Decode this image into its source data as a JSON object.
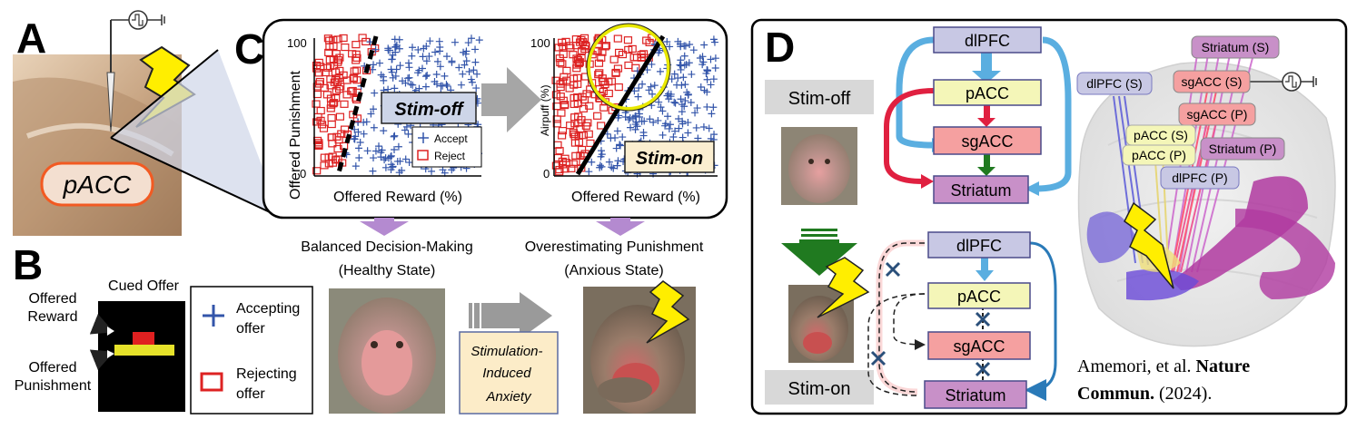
{
  "panels": {
    "a": "A",
    "b": "B",
    "c": "C",
    "d": "D"
  },
  "panel_a": {
    "region_label": "pACC"
  },
  "panel_b": {
    "cue_title": "Cued Offer",
    "offered_reward": [
      "Offered",
      "Reward"
    ],
    "offered_punishment": [
      "Offered",
      "Punishment"
    ],
    "legend_accept": [
      "Accepting",
      "offer"
    ],
    "legend_reject": [
      "Rejecting",
      "offer"
    ]
  },
  "panel_c": {
    "ylabel_left": "Offered Punishment",
    "ylabel_right": "Airpuff (%)",
    "xlabel_left": "Offered Reward (%)",
    "xlabel_right": "Offered Reward (%)",
    "tick_100_left": "100",
    "tick_0_left": "0",
    "tick_100_right": "100",
    "tick_0_right": "0",
    "stim_off": "Stim-off",
    "stim_on": "Stim-on",
    "legend_accept": "Accept",
    "legend_reject": "Reject",
    "balanced": [
      "Balanced Decision-Making",
      "(Healthy State)"
    ],
    "overestimating": [
      "Overestimating Punishment",
      "(Anxious State)"
    ],
    "stim_induced": [
      "Stimulation-",
      "Induced",
      "Anxiety"
    ]
  },
  "panel_d": {
    "stim_off_label": "Stim-off",
    "stim_on_label": "Stim-on",
    "nodes": {
      "dlpfc": "dlPFC",
      "pacc": "pACC",
      "sgacc": "sgACC",
      "striatum": "Striatum"
    },
    "brain_labels": {
      "striatum_s": "Striatum (S)",
      "dlpfc_s": "dlPFC (S)",
      "sgacc_s": "sgACC (S)",
      "sgacc_p": "sgACC (P)",
      "pacc_s": "pACC (S)",
      "pacc_p": "pACC (P)",
      "striatum_p": "Striatum (P)",
      "dlpfc_p": "dlPFC (P)"
    },
    "citation_authors": "Amemori, et al.",
    "citation_journal1": "Nature",
    "citation_journal2": "Commun.",
    "citation_year": "(2024)."
  },
  "colors": {
    "accept": "#3355aa",
    "reject": "#dd2222",
    "dlpfc": "#c8c8e4",
    "pacc": "#f4f6b8",
    "sgacc": "#f5a0a0",
    "striatum": "#c890c8",
    "blue_arrow": "#5aaee0",
    "red_arrow": "#e02040",
    "green_arrow": "#207a20"
  },
  "icons": [
    "lightning-bolt-icon",
    "electrode-stimulator-icon",
    "big-right-arrow-icon",
    "down-arrow-icon",
    "x-mark-icon"
  ]
}
